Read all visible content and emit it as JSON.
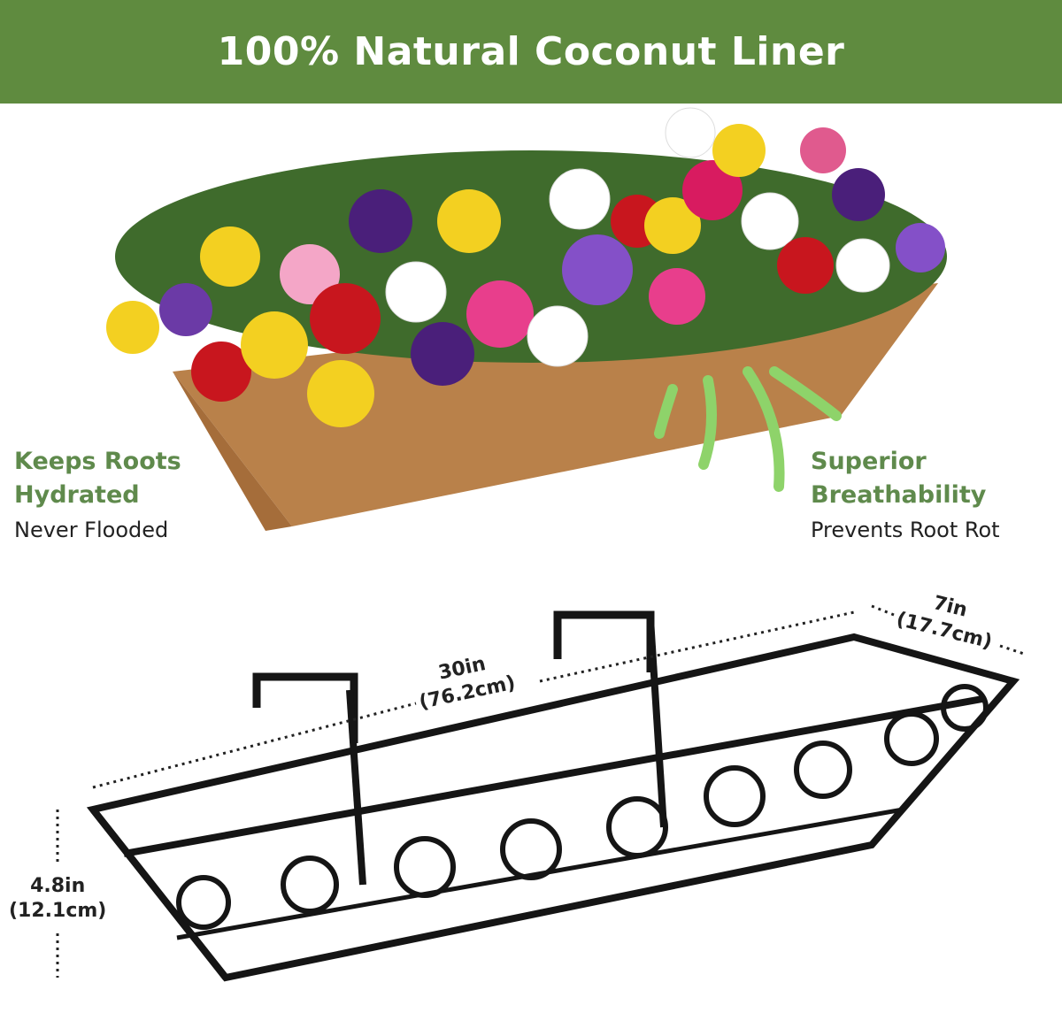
{
  "header": {
    "title": "100% Natural Coconut Liner",
    "background": "#5f8b3f"
  },
  "features": [
    {
      "title_line1": "Keeps Roots",
      "title_line2": "Hydrated",
      "subtitle": "Never Flooded"
    },
    {
      "title_line1": "Superior",
      "title_line2": "Breathability",
      "subtitle": "Prevents Root Rot"
    }
  ],
  "dimensions": {
    "length": {
      "in": "30in",
      "cm": "(76.2cm)"
    },
    "width": {
      "in": "7in",
      "cm": "(17.7cm)"
    },
    "height": {
      "in": "4.8in",
      "cm": "(12.1cm)"
    }
  },
  "colors": {
    "accent_green": "#5f8a4c",
    "liner": "#b9814a",
    "arrow": "#8ed36a"
  }
}
